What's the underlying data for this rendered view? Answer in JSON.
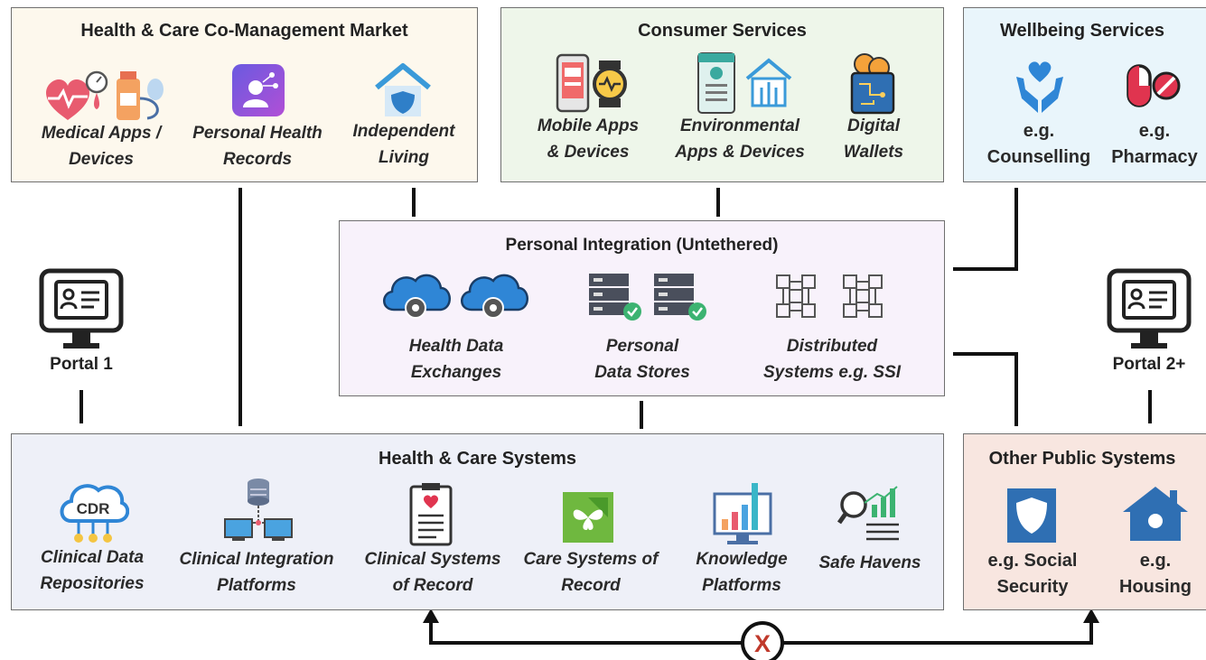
{
  "market": {
    "title": "Health & Care Co-Management Market",
    "items": [
      {
        "line1": "Medical Apps /",
        "line2": "Devices"
      },
      {
        "line1": "Personal Health",
        "line2": "Records"
      },
      {
        "line1": "Independent",
        "line2": "Living"
      }
    ]
  },
  "consumer": {
    "title": "Consumer Services",
    "items": [
      {
        "line1": "Mobile Apps",
        "line2": "& Devices"
      },
      {
        "line1": "Environmental",
        "line2": "Apps & Devices"
      },
      {
        "line1": "Digital",
        "line2": "Wallets"
      }
    ]
  },
  "wellbeing": {
    "title": "Wellbeing Services",
    "items": [
      {
        "line1": "e.g.",
        "line2": "Counselling"
      },
      {
        "line1": "e.g.",
        "line2": "Pharmacy"
      }
    ]
  },
  "integration": {
    "title": "Personal Integration (Untethered)",
    "items": [
      {
        "line1": "Health Data",
        "line2": "Exchanges"
      },
      {
        "line1": "Personal",
        "line2": "Data Stores"
      },
      {
        "line1": "Distributed",
        "line2": "Systems e.g. SSI"
      }
    ]
  },
  "portals": {
    "left": "Portal 1",
    "right": "Portal 2+"
  },
  "systems": {
    "title": "Health & Care Systems",
    "cdr_text": "CDR",
    "items": [
      {
        "line1": "Clinical Data",
        "line2": "Repositories"
      },
      {
        "line1": "Clinical Integration",
        "line2": "Platforms"
      },
      {
        "line1": "Clinical Systems",
        "line2": "of Record"
      },
      {
        "line1": "Care Systems of",
        "line2": "Record"
      },
      {
        "line1": "Knowledge",
        "line2": "Platforms"
      },
      {
        "line1": "Safe Havens",
        "line2": ""
      }
    ]
  },
  "public": {
    "title": "Other Public Systems",
    "items": [
      {
        "line1": "e.g. Social",
        "line2": "Security"
      },
      {
        "line1": "e.g.",
        "line2": "Housing"
      }
    ]
  },
  "blocked_marker": "X",
  "colors": {
    "market_bg": "#fdf8ed",
    "consumer_bg": "#eef6ea",
    "wellbeing_bg": "#e9f5fb",
    "integration_bg": "#f8f2fb",
    "systems_bg": "#eef0f8",
    "public_bg": "#f8e6e0",
    "brand_blue": "#3a78c9",
    "alert_red": "#c0392b"
  }
}
